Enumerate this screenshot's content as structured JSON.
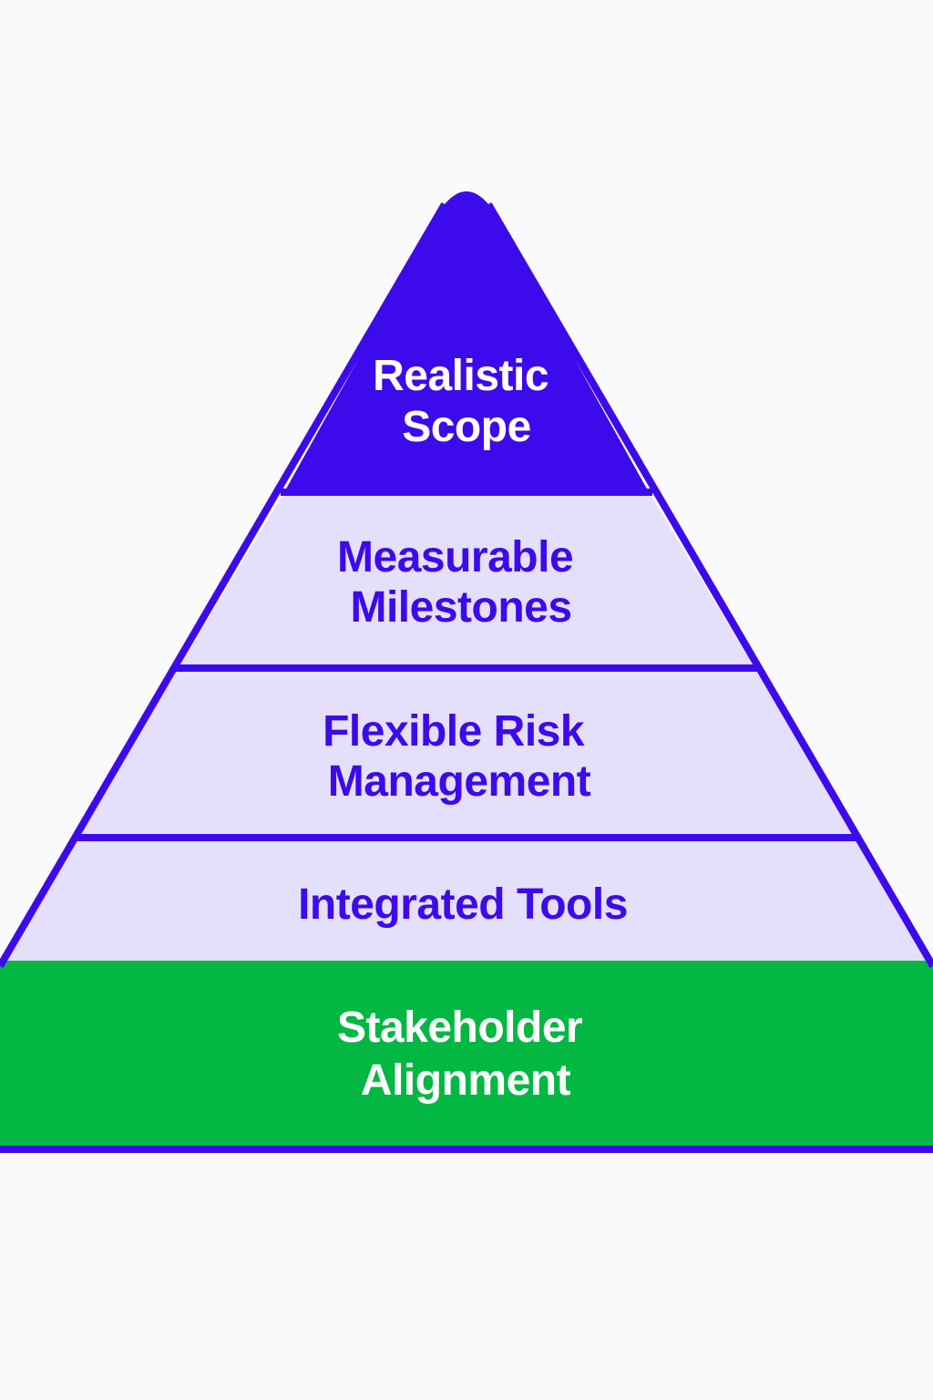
{
  "colors": {
    "background": "#fafafc",
    "accent": "#3d0aeb",
    "tier_fill": "#e4dffb",
    "base": "#02b843",
    "label_light": "#ffffff",
    "label_dark": "#3d0aeb"
  },
  "pyramid": {
    "tiers": [
      {
        "lines": [
          "Realistic",
          "Scope"
        ]
      },
      {
        "lines": [
          "Measurable",
          "Milestones"
        ]
      },
      {
        "lines": [
          "Flexible Risk",
          "Management"
        ]
      },
      {
        "lines": [
          "Integrated Tools"
        ]
      },
      {
        "lines": [
          "Stakeholder",
          "Alignment"
        ]
      }
    ]
  }
}
